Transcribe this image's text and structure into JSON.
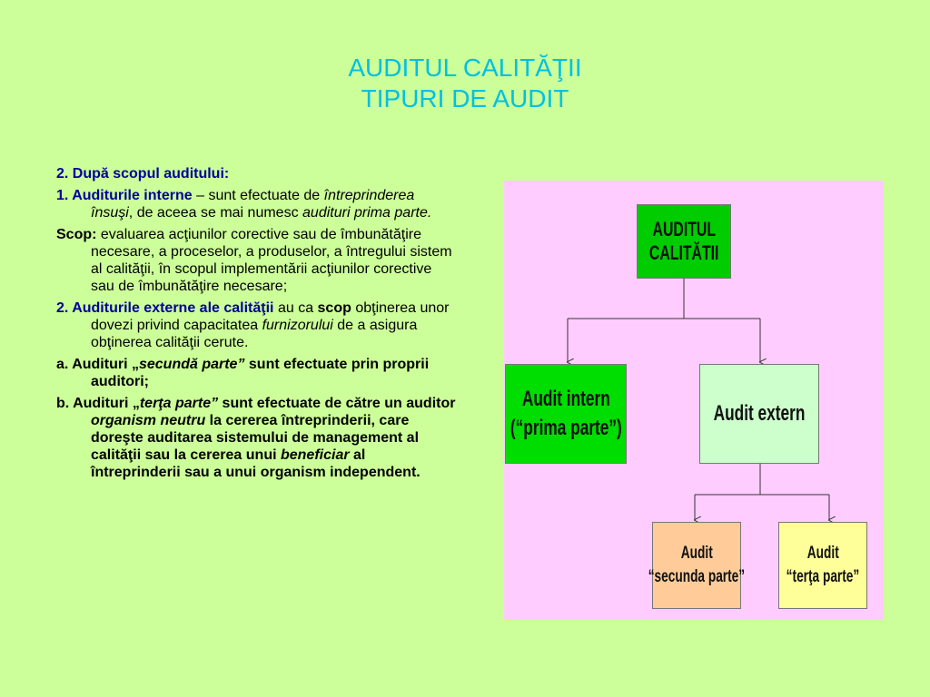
{
  "title": {
    "line1": "AUDITUL CALITĂŢII",
    "line2": "TIPURI DE AUDIT"
  },
  "text": {
    "p1": "2. După scopul auditului:",
    "p2_head": "1. Auditurile interne",
    "p2_a": " – sunt efectuate de ",
    "p2_i1": "întreprinderea însuşi",
    "p2_b": ", de aceea se mai numesc ",
    "p2_i2": "audituri prima parte.",
    "p3_head": "Scop:",
    "p3_a": " evaluarea acţiunilor corective sau de îmbunătăţire necesare, a proceselor, a produselor,  a întregului sistem al calităţii, în scopul implementării acţiunilor corective sau de îmbunătăţire necesare;",
    "p4_head": "2. Auditurile externe ale calităţii",
    "p4_a": " au ca ",
    "p4_b": "scop",
    "p4_c": " obţinerea unor dovezi privind capacitatea ",
    "p4_i": "furnizorului",
    "p4_d": " de a asigura obţinerea calităţii cerute.",
    "p5_a": "a. Audituri „",
    "p5_i": "secundă parte”",
    "p5_b": " sunt efectuate prin proprii auditori;",
    "p6_a": "b. Audituri „",
    "p6_i1": "terţa parte”",
    "p6_b": " sunt efectuate de către un auditor ",
    "p6_i2": "organism neutru",
    "p6_c": " la cererea întreprinderii, care  doreşte auditarea sistemului de management al calităţii sau la cererea unui ",
    "p6_i3": "beneficiar",
    "p6_d": " al întreprinderii sau a unui organism independent."
  },
  "diagram": {
    "root": {
      "line1": "AUDITUL",
      "line2": "CALITĂTII"
    },
    "internal": {
      "line1": "Audit intern",
      "line2": "(“prima parte”)"
    },
    "external": {
      "line1": "Audit extern"
    },
    "second": {
      "line1": "Audit",
      "line2": "“secunda parte”"
    },
    "third": {
      "line1": "Audit",
      "line2": "“terţa parte”"
    }
  },
  "colors": {
    "background": "#ccff99",
    "title": "#00c0e0",
    "heading_blue": "#000099",
    "diagram_bg": "#ffccff",
    "root_box": "#00cc00",
    "internal_box": "#00dd00",
    "external_box": "#ccffcc",
    "second_box": "#ffcc99",
    "third_box": "#ffff99"
  }
}
